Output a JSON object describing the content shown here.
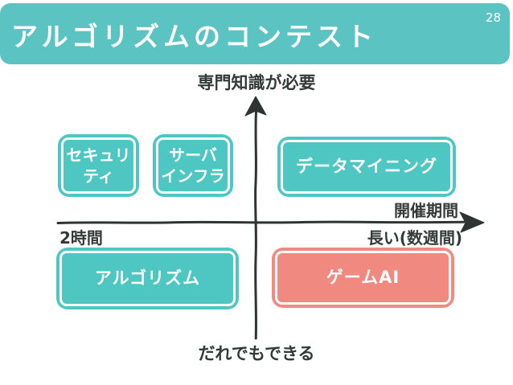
{
  "slide": {
    "title": "アルゴリズムのコンテスト",
    "page_number": "28"
  },
  "diagram": {
    "vertical_axis": {
      "top_label": "専門知識が必要",
      "bottom_label": "だれでもできる"
    },
    "horizontal_axis": {
      "title": "開催期間",
      "left_label": "2時間",
      "right_label": "長い(数週間)"
    },
    "boxes": [
      {
        "id": "security",
        "label": "セキュリ\nティ",
        "color": "teal"
      },
      {
        "id": "server-infra",
        "label": "サーバ\nインフラ",
        "color": "teal"
      },
      {
        "id": "data-mining",
        "label": "データマイニング",
        "color": "teal"
      },
      {
        "id": "algorithm",
        "label": "アルゴリズム",
        "color": "teal"
      },
      {
        "id": "game-ai",
        "label": "ゲームAI",
        "color": "salmon"
      }
    ]
  },
  "colors": {
    "header-teal": "#5cc3c3",
    "box-teal": "#4ec7c3",
    "box-salmon": "#f0897f",
    "axis-ink": "#2e3431",
    "label-ink": "#333b38",
    "text-on-box": "#ffffff",
    "background": "#ffffff"
  }
}
